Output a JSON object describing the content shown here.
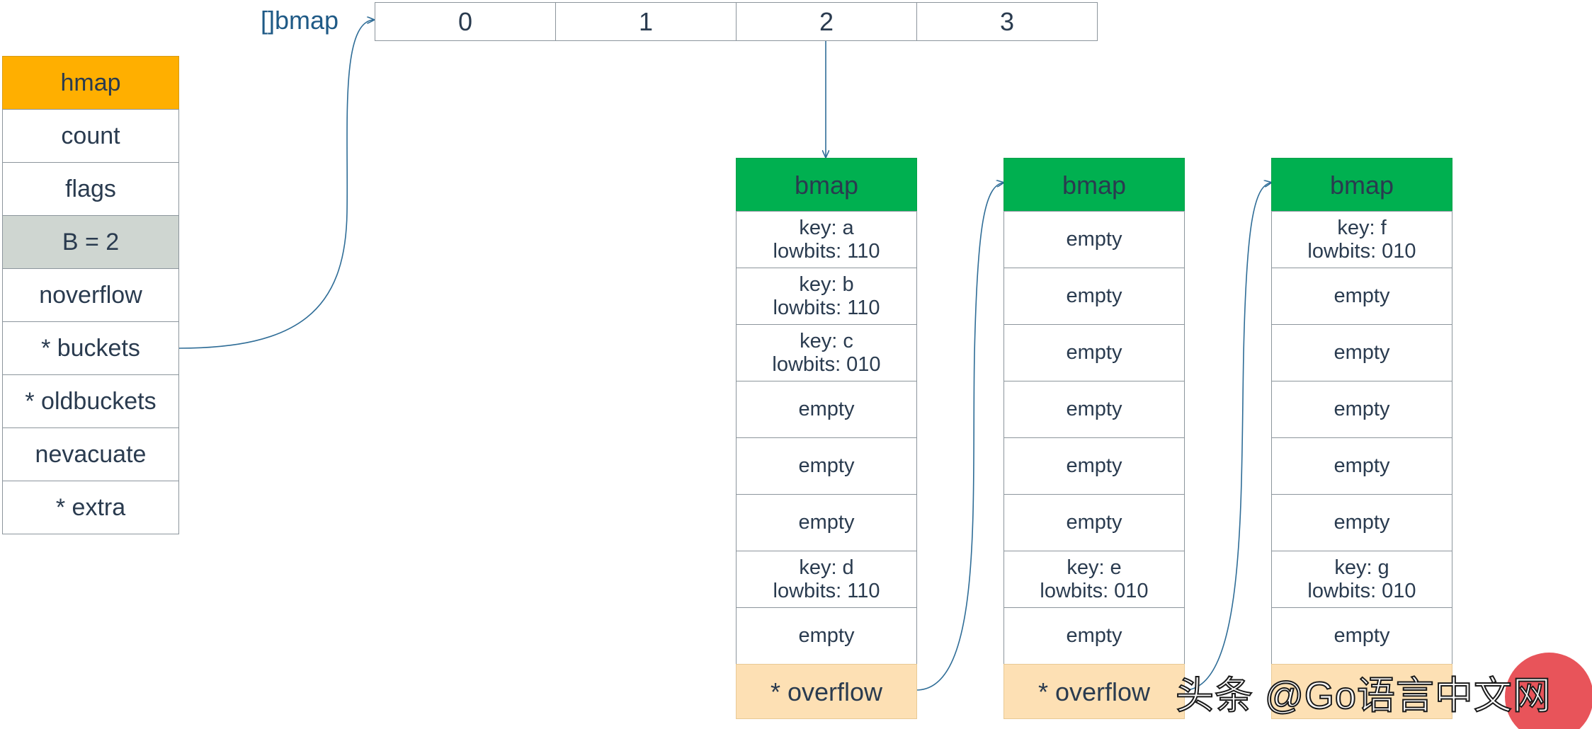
{
  "hmap": {
    "rows": [
      "hmap",
      "count",
      "flags",
      "B = 2",
      "noverflow",
      "* buckets",
      "* oldbuckets",
      "nevacuate",
      "* extra"
    ]
  },
  "bmap_array": {
    "label": "[]bmap",
    "indices": [
      "0",
      "1",
      "2",
      "3"
    ]
  },
  "buckets": [
    {
      "header": "bmap",
      "slots": [
        [
          "key: a",
          "lowbits: 110"
        ],
        [
          "key: b",
          "lowbits: 110"
        ],
        [
          "key: c",
          "lowbits: 010"
        ],
        [
          "empty"
        ],
        [
          "empty"
        ],
        [
          "empty"
        ],
        [
          "key: d",
          "lowbits: 110"
        ],
        [
          "empty"
        ]
      ],
      "overflow": "* overflow"
    },
    {
      "header": "bmap",
      "slots": [
        [
          "empty"
        ],
        [
          "empty"
        ],
        [
          "empty"
        ],
        [
          "empty"
        ],
        [
          "empty"
        ],
        [
          "empty"
        ],
        [
          "key: e",
          "lowbits: 010"
        ],
        [
          "empty"
        ]
      ],
      "overflow": "* overflow"
    },
    {
      "header": "bmap",
      "slots": [
        [
          "key: f",
          "lowbits: 010"
        ],
        [
          "empty"
        ],
        [
          "empty"
        ],
        [
          "empty"
        ],
        [
          "empty"
        ],
        [
          "empty"
        ],
        [
          "key: g",
          "lowbits: 010"
        ],
        [
          "empty"
        ]
      ],
      "overflow": ""
    }
  ],
  "watermark": "头条 @Go语言中文网",
  "colors": {
    "hmap_header": "#ffaf00",
    "bmap_header": "#00b050",
    "b_field": "#cfd6d1",
    "overflow_field": "#fde0b4",
    "connector": "#2f6d97",
    "badge": "#e8545a"
  }
}
